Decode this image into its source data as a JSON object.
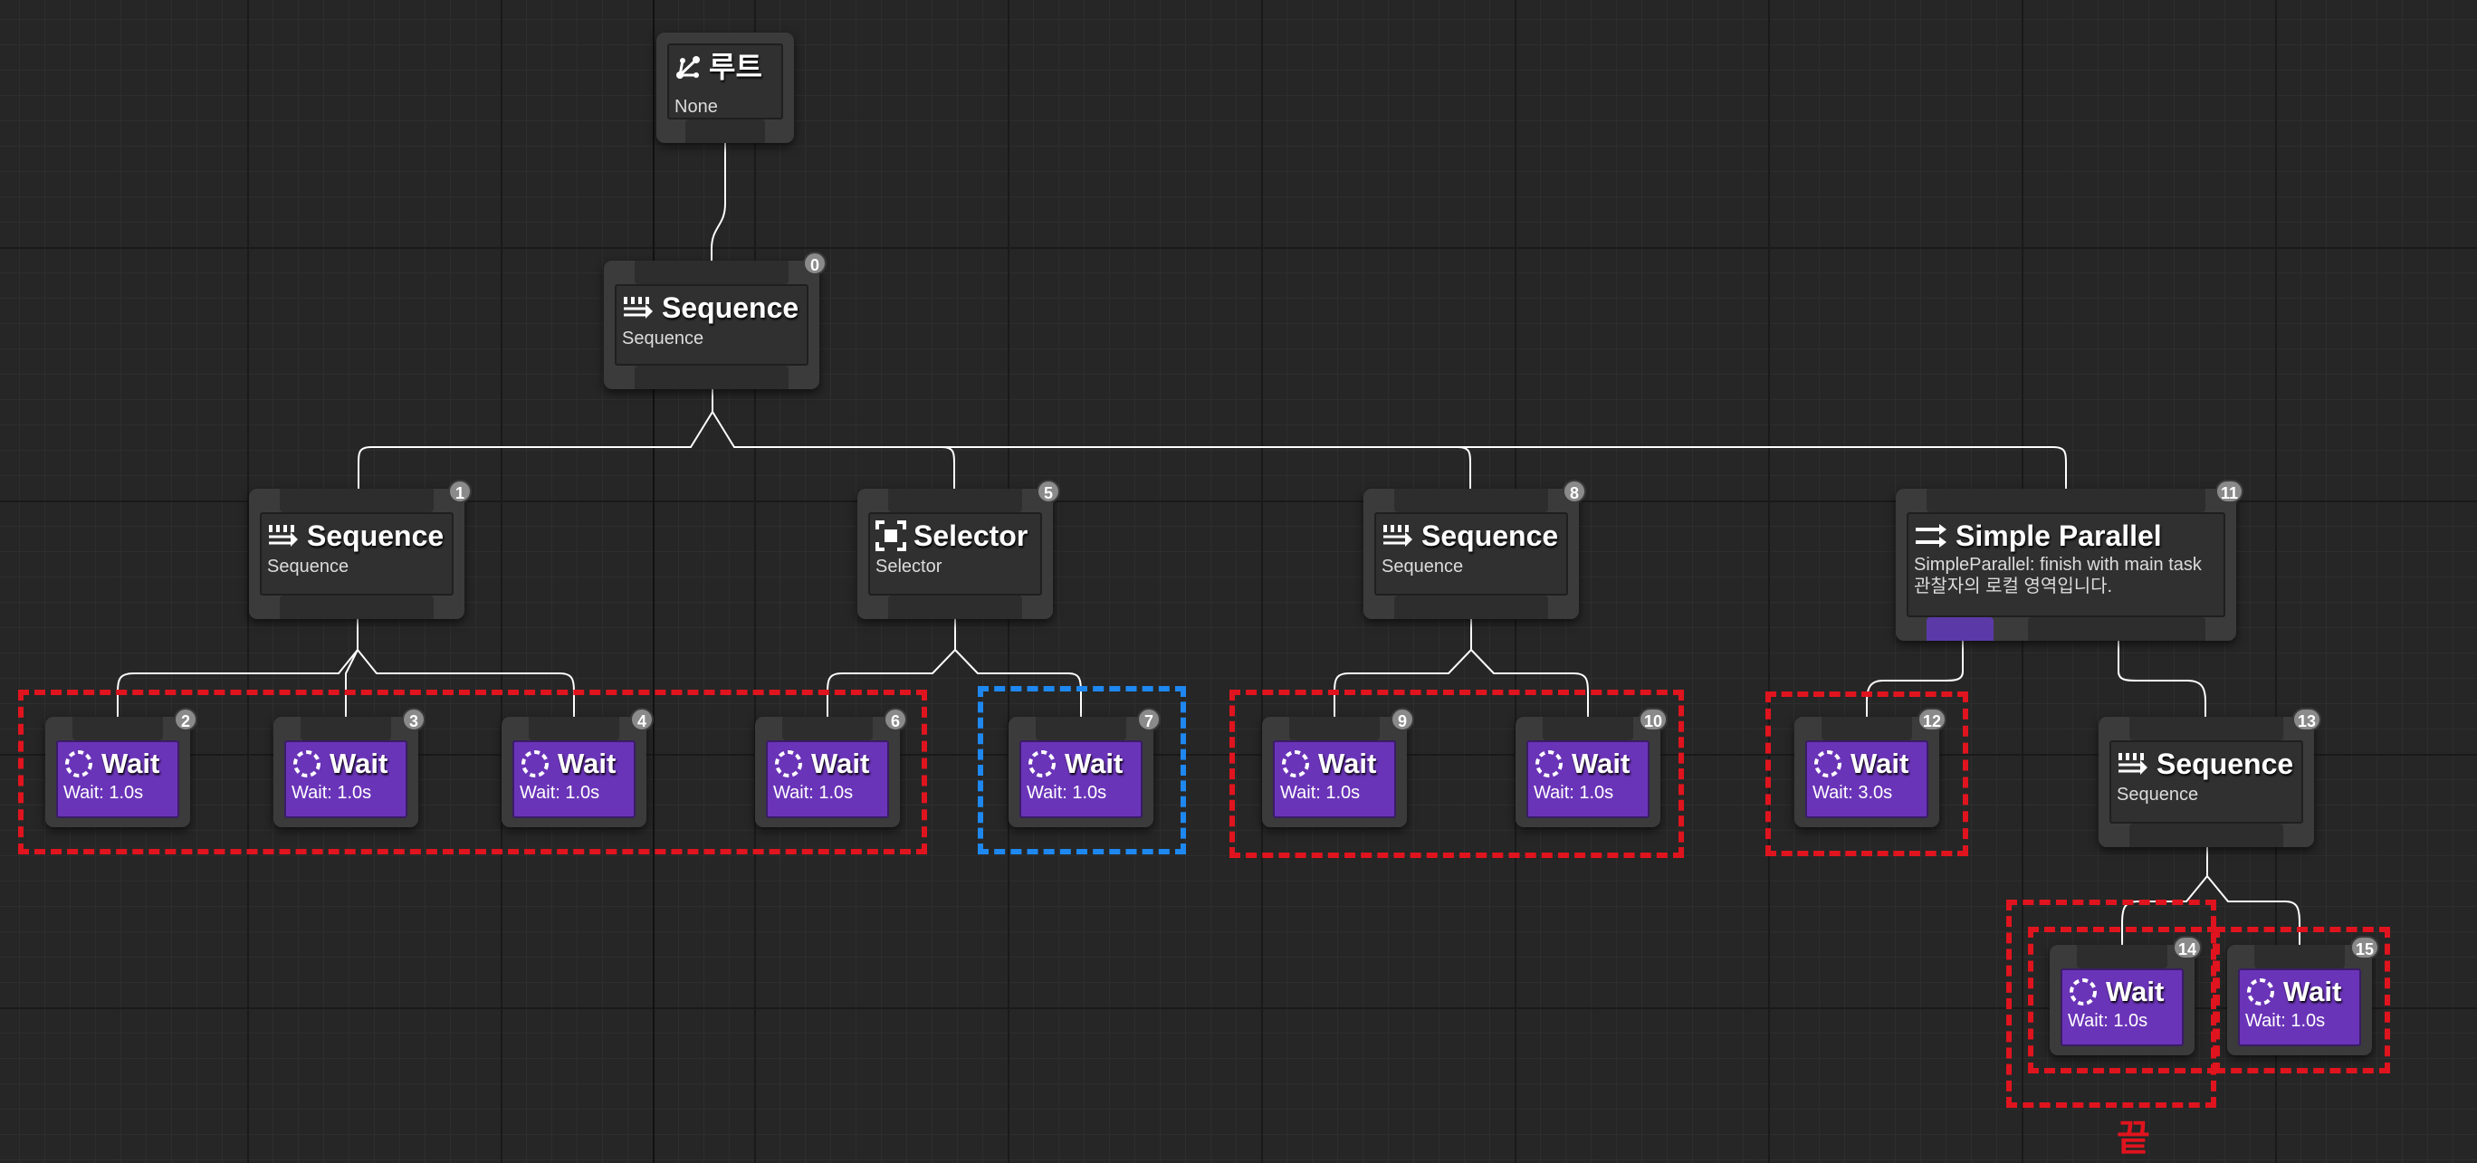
{
  "root": {
    "title": "루트",
    "subtitle": "None",
    "icon": "branch-icon"
  },
  "nodes": {
    "n0": {
      "title": "Sequence",
      "subtitle": "Sequence",
      "index": "0",
      "icon": "sequence-icon"
    },
    "n1": {
      "title": "Sequence",
      "subtitle": "Sequence",
      "index": "1",
      "icon": "sequence-icon"
    },
    "n2": {
      "title": "Wait",
      "subtitle": "Wait: 1.0s",
      "index": "2",
      "icon": "wait-icon"
    },
    "n3": {
      "title": "Wait",
      "subtitle": "Wait: 1.0s",
      "index": "3",
      "icon": "wait-icon"
    },
    "n4": {
      "title": "Wait",
      "subtitle": "Wait: 1.0s",
      "index": "4",
      "icon": "wait-icon"
    },
    "n5": {
      "title": "Selector",
      "subtitle": "Selector",
      "index": "5",
      "icon": "selector-icon"
    },
    "n6": {
      "title": "Wait",
      "subtitle": "Wait: 1.0s",
      "index": "6",
      "icon": "wait-icon"
    },
    "n7": {
      "title": "Wait",
      "subtitle": "Wait: 1.0s",
      "index": "7",
      "icon": "wait-icon"
    },
    "n8": {
      "title": "Sequence",
      "subtitle": "Sequence",
      "index": "8",
      "icon": "sequence-icon"
    },
    "n9": {
      "title": "Wait",
      "subtitle": "Wait: 1.0s",
      "index": "9",
      "icon": "wait-icon"
    },
    "n10": {
      "title": "Wait",
      "subtitle": "Wait: 1.0s",
      "index": "10",
      "icon": "wait-icon"
    },
    "n11": {
      "title": "Simple Parallel",
      "subtitle": "SimpleParallel: finish with main task",
      "subtitle2": "관찰자의 로컬 영역입니다.",
      "index": "11",
      "icon": "parallel-icon"
    },
    "n12": {
      "title": "Wait",
      "subtitle": "Wait: 3.0s",
      "index": "12",
      "icon": "wait-icon"
    },
    "n13": {
      "title": "Sequence",
      "subtitle": "Sequence",
      "index": "13",
      "icon": "sequence-icon"
    },
    "n14": {
      "title": "Wait",
      "subtitle": "Wait: 1.0s",
      "index": "14",
      "icon": "wait-icon"
    },
    "n15": {
      "title": "Wait",
      "subtitle": "Wait: 1.0s",
      "index": "15",
      "icon": "wait-icon"
    }
  },
  "annotations": {
    "end_label": "끝"
  },
  "colors": {
    "highlight_red": "#e0141e",
    "highlight_blue": "#1e88f0",
    "task_purple": "#6a34b8",
    "parallel_main_pin": "#5b3aa8",
    "canvas_bg": "#262626",
    "wire": "#ffffff"
  }
}
